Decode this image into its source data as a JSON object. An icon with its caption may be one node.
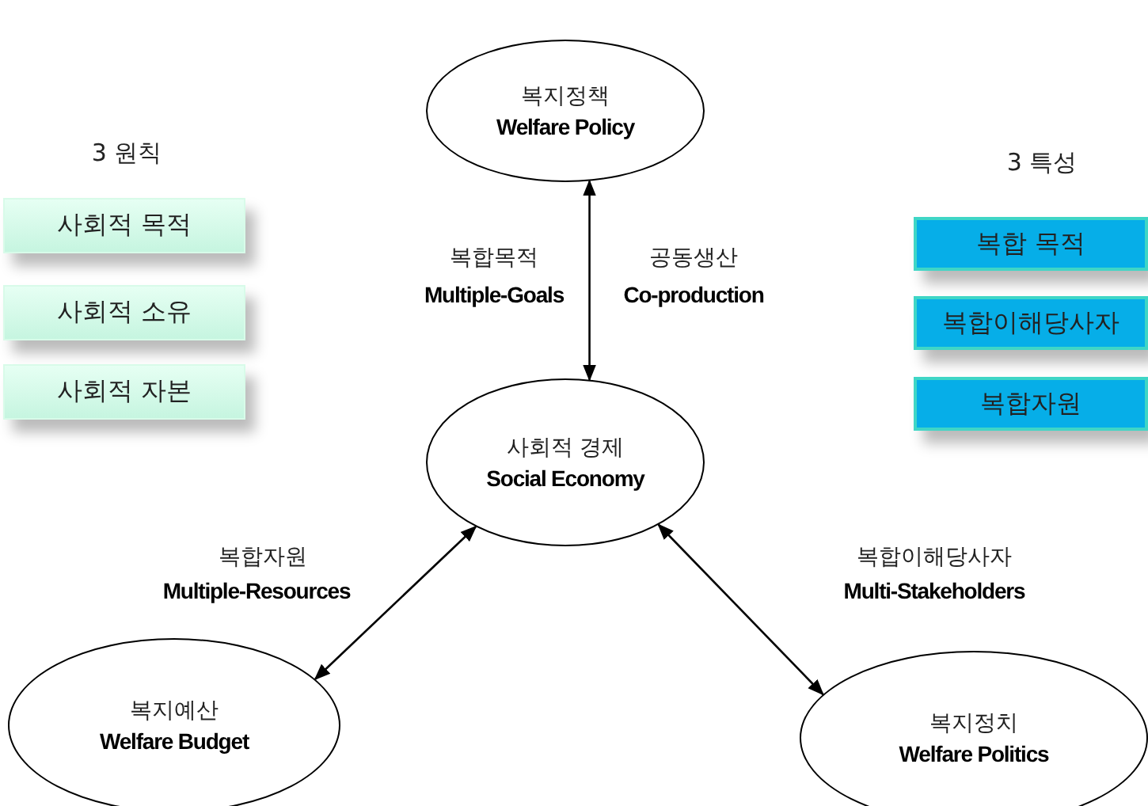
{
  "diagram": {
    "nodes": [
      {
        "text": [
          "복지정책",
          "Welfare Policy"
        ]
      },
      {
        "text": [
          "사회적 목적"
        ]
      },
      {
        "text": [
          "사회적 소유"
        ]
      },
      {
        "text": [
          "사회적 자본"
        ]
      },
      {
        "text": [
          "복합 목적"
        ]
      },
      {
        "text": [
          "복합이해당사자"
        ]
      },
      {
        "text": [
          "복합자원"
        ]
      },
      {
        "text": [
          "사회적 경제",
          "Social Economy"
        ]
      },
      {
        "text": [
          "복지예산",
          "Welfare Budget"
        ]
      },
      {
        "text": [
          "복지정치",
          "Welfare Politics"
        ]
      }
    ],
    "edges": [
      {
        "from": 0,
        "to": 7,
        "arrow": "both"
      },
      {
        "from": 7,
        "to": 8,
        "arrow": "both"
      },
      {
        "from": 7,
        "to": 9,
        "arrow": "both"
      }
    ],
    "labels": [
      "3 원칙",
      "3 특성",
      "복합목적",
      "Multiple-Goals",
      "공동생산",
      "Co-production",
      "복합자원",
      "Multiple-Resources",
      "복합이해당사자",
      "Multi-Stakeholders"
    ]
  }
}
